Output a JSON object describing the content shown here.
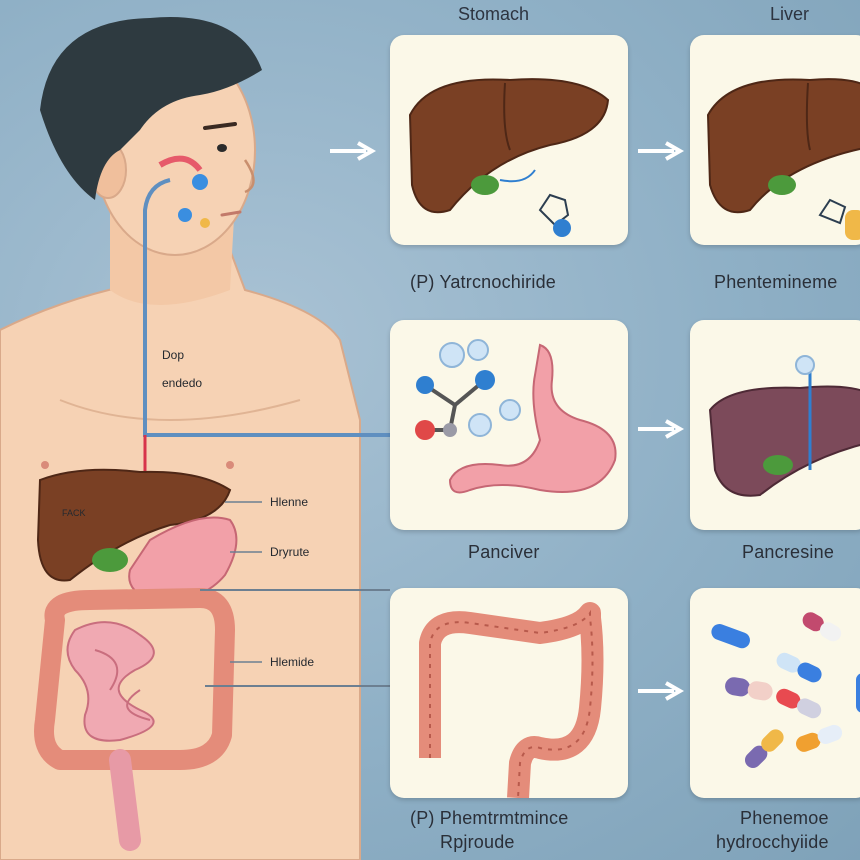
{
  "headers": {
    "stomach": "Stomach",
    "liver": "Liver"
  },
  "body_labels": {
    "dop": "Dop",
    "endedo": "endedo",
    "liver_tag": "FACK",
    "hlenne": "Hlenne",
    "dryrute": "Dryrute",
    "hlemide": "Hlemide"
  },
  "cards": [
    {
      "id": "liver-1",
      "caption": "(P) Yatrcnochiride"
    },
    {
      "id": "liver-2",
      "caption": "Phentemineme"
    },
    {
      "id": "stomach-molecule",
      "caption": "Panciver"
    },
    {
      "id": "liver-3",
      "caption": "Pancresine"
    },
    {
      "id": "colon",
      "caption_line1": "(P) Phemtrmtmince",
      "caption_line2": "Rpjroude"
    },
    {
      "id": "pills",
      "caption_line1": "Phenemoe",
      "caption_line2": "hydrocchyiide"
    }
  ],
  "colors": {
    "background": "#8fb0c6",
    "card": "#fbf8e8",
    "liver": "#7a4024",
    "stomach": "#f2a0a8",
    "intestine": "#e48c7a",
    "skin": "#f6d2b4",
    "hair": "#2e3a40",
    "molecule_blue": "#2f7fd0"
  }
}
